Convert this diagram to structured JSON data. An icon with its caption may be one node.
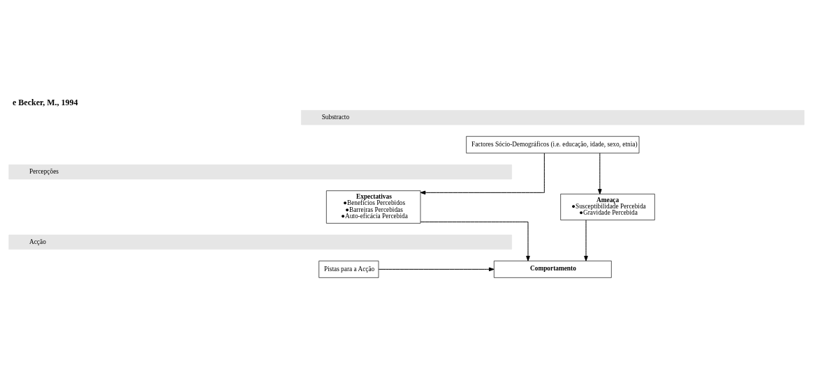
{
  "diagram": {
    "title": "e Becker, M., 1994",
    "nodes": [
      {
        "text": [
          "Substracto"
        ]
      },
      {
        "text": [
          "Factores Sócio-Demográficos (i.e. educação, idade, sexo, etnia)"
        ]
      },
      {
        "text": [
          "Percepções"
        ]
      },
      {
        "text": [
          "Expectativas",
          "●Benefícios Percebidos",
          "●Barreiras Percebidas",
          "●Auto-eficácia Percebida"
        ]
      },
      {
        "text": [
          "Ameaça",
          "●Susceptibilidade Percebida",
          "●Gravidade Percebida"
        ]
      },
      {
        "text": [
          "Acção"
        ]
      },
      {
        "text": [
          "Pistas para a Acção"
        ]
      },
      {
        "text": [
          "Comportamento"
        ]
      }
    ],
    "edges": [
      {
        "from": 1,
        "to": 3,
        "arrow": "to"
      },
      {
        "from": 1,
        "to": 4,
        "arrow": "to"
      },
      {
        "from": 3,
        "to": 7,
        "arrow": "to"
      },
      {
        "from": 4,
        "to": 7,
        "arrow": "to"
      },
      {
        "from": 6,
        "to": 7,
        "arrow": "to"
      }
    ]
  }
}
